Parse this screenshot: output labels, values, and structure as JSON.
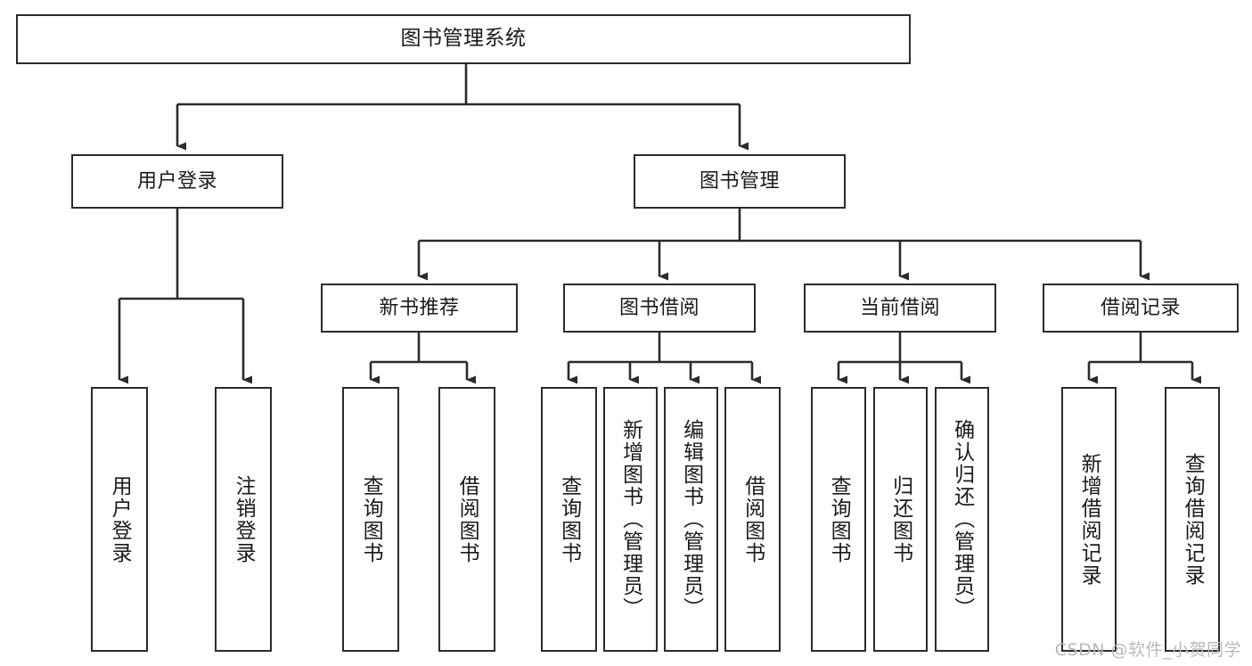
{
  "diagram": {
    "title": "图书管理系统",
    "type": "tree",
    "watermark": "CSDN @软件_小贺同学",
    "colors": {
      "background": "#ffffff",
      "box_fill": "#ffffff",
      "box_stroke": "#2b2b2b",
      "edge_stroke": "#2b2b2b",
      "text": "#1a1a1a",
      "watermark": "#b9b9b9"
    },
    "nodes": {
      "root": {
        "label": "图书管理系统"
      },
      "level1": [
        {
          "label": "用户登录"
        },
        {
          "label": "图书管理"
        }
      ],
      "level2": [
        {
          "label": "新书推荐"
        },
        {
          "label": "图书借阅"
        },
        {
          "label": "当前借阅"
        },
        {
          "label": "借阅记录"
        }
      ],
      "leaves": {
        "user_login": [
          {
            "label": "用户登录"
          },
          {
            "label": "注销登录"
          }
        ],
        "new_book_recommend": [
          {
            "label": "查询图书"
          },
          {
            "label": "借阅图书"
          }
        ],
        "book_borrow": [
          {
            "label": "查询图书"
          },
          {
            "label": "新增图书（管理员）"
          },
          {
            "label": "编辑图书（管理员）"
          },
          {
            "label": "借阅图书"
          }
        ],
        "current_borrow": [
          {
            "label": "查询图书"
          },
          {
            "label": "归还图书"
          },
          {
            "label": "确认归还（管理员）"
          }
        ],
        "borrow_record": [
          {
            "label": "新增借阅记录"
          },
          {
            "label": "查询借阅记录"
          }
        ]
      }
    }
  }
}
